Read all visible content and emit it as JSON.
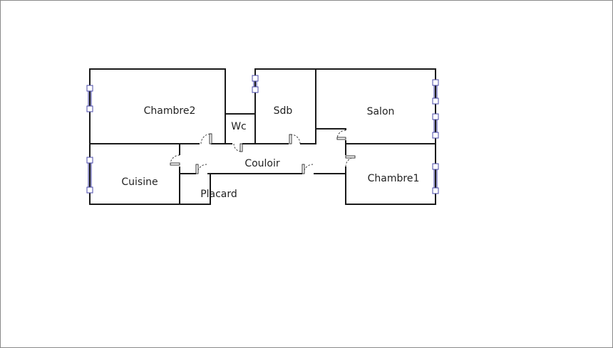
{
  "floor_plan": {
    "rooms": [
      {
        "id": "chambre2",
        "label": "Chambre2"
      },
      {
        "id": "wc",
        "label": "Wc"
      },
      {
        "id": "sdb",
        "label": "Sdb"
      },
      {
        "id": "salon",
        "label": "Salon"
      },
      {
        "id": "couloir",
        "label": "Couloir"
      },
      {
        "id": "cuisine",
        "label": "Cuisine"
      },
      {
        "id": "placard",
        "label": "Placard"
      },
      {
        "id": "chambre1",
        "label": "Chambre1"
      }
    ]
  },
  "colors": {
    "wall": "#1a1a1a",
    "window": "#4a4aa8",
    "background": "#ffffff"
  }
}
